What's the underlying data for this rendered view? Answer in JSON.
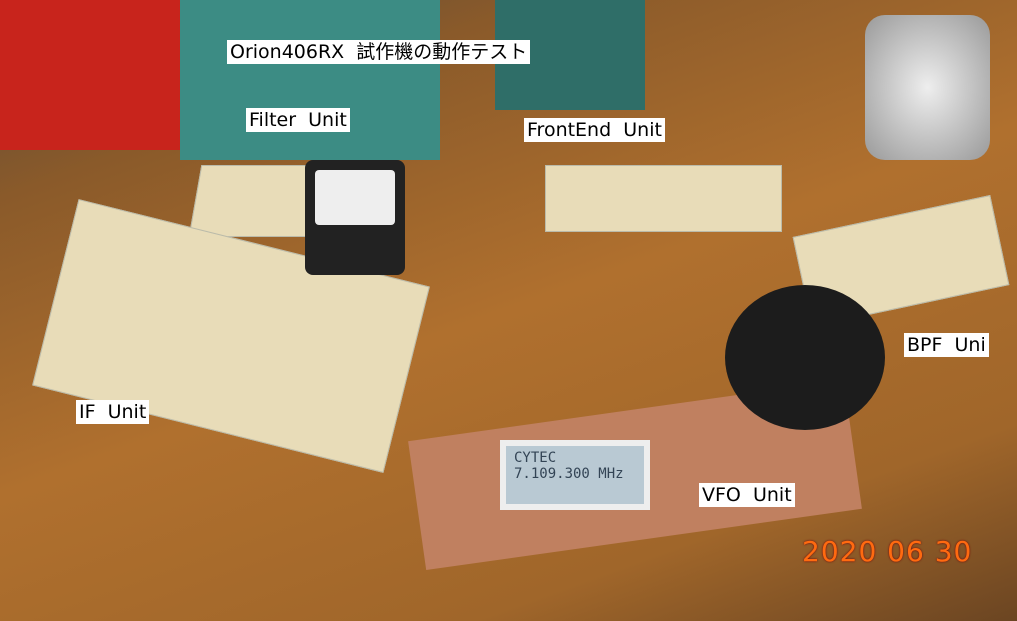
{
  "title": "Orion406RX  試作機の動作テスト",
  "labels": {
    "filter": "Filter  Unit",
    "frontend": "FrontEnd  Unit",
    "bpf": "BPF  Uni",
    "if": "IF  Unit",
    "vfo": "VFO  Unit"
  },
  "lcd": {
    "line1": "CYTEC",
    "line2": "7.109.300 MHz"
  },
  "date_stamp": "2020 06 30"
}
